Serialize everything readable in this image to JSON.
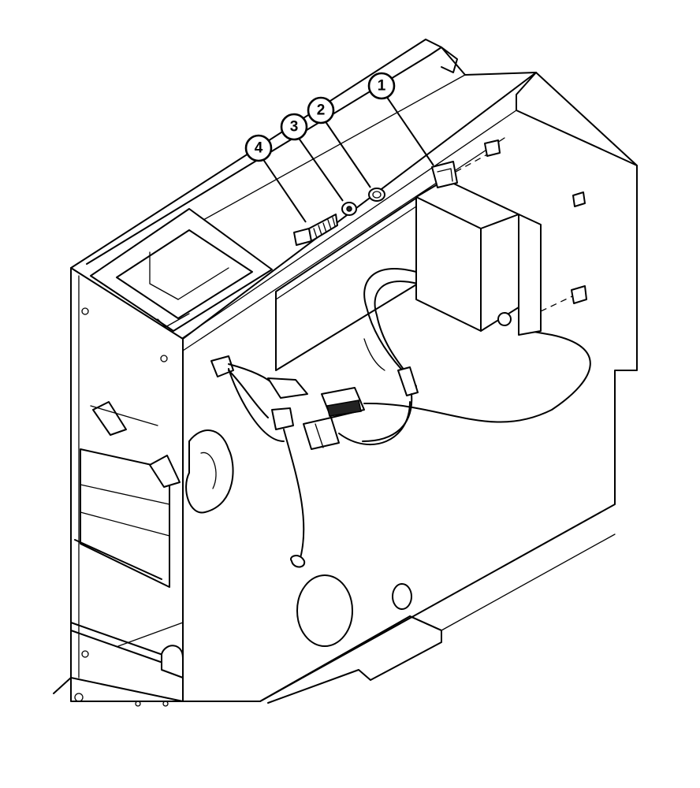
{
  "figure": {
    "callouts": [
      {
        "label": "1",
        "part": "relay-box"
      },
      {
        "label": "2",
        "part": "washer"
      },
      {
        "label": "3",
        "part": "lock-washer"
      },
      {
        "label": "4",
        "part": "screw"
      }
    ]
  },
  "colors": {
    "line": "#000000",
    "background": "#ffffff"
  }
}
